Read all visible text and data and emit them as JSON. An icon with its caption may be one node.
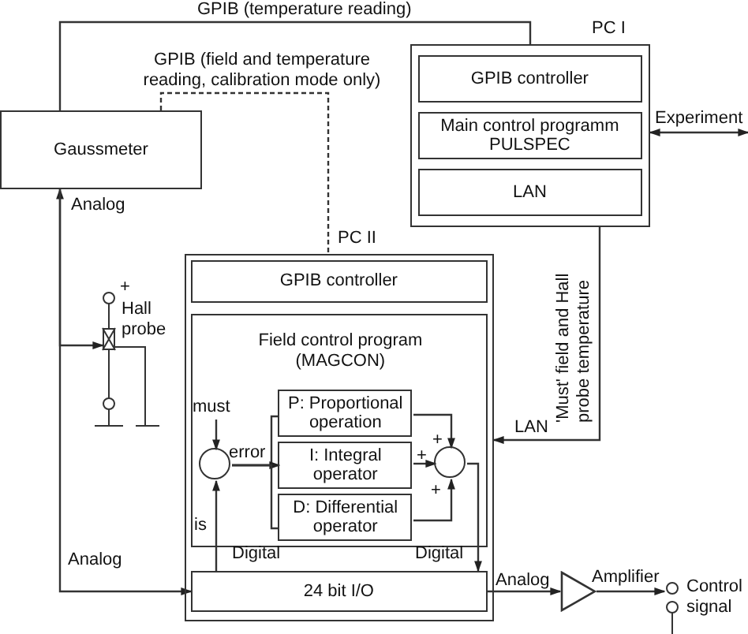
{
  "diagram": {
    "nodes": [
      {
        "text": [
          "PC I"
        ]
      },
      {
        "text": [
          "GPIB controller"
        ],
        "in": 0
      },
      {
        "text": [
          "Main control programm PULSPEC"
        ],
        "in": 0
      },
      {
        "text": [
          "LAN"
        ],
        "in": 0
      },
      {
        "text": [
          "Gaussmeter"
        ]
      },
      {
        "text": [
          "Hall probe"
        ]
      },
      {
        "text": [
          "PC II"
        ]
      },
      {
        "text": [
          "GPIB controller"
        ],
        "in": 6
      },
      {
        "text": [
          "Field control program (MAGCON)"
        ],
        "in": 6
      },
      {
        "text": [
          "P: Proportional operation"
        ],
        "in": 8
      },
      {
        "text": [
          "I: Integral operator"
        ],
        "in": 8
      },
      {
        "text": [
          "D: Differential operator"
        ],
        "in": 8
      },
      {
        "text": [],
        "shape": "circle",
        "in": 8
      },
      {
        "text": [],
        "shape": "circle",
        "in": 8
      },
      {
        "text": [
          "24 bit I/O"
        ],
        "in": 6
      },
      {
        "text": [
          "Amplifier"
        ]
      },
      {
        "text": [
          "Control signal"
        ]
      }
    ],
    "edges": [
      {
        "from": 4,
        "to": 0,
        "arrow": "none",
        "label": "GPIB (temperature reading)"
      },
      {
        "from": 4,
        "to": 6,
        "arrow": "none",
        "style": "dashed",
        "label": "GPIB (field and temperature reading, calibration mode only)"
      },
      {
        "from": 0,
        "to": null,
        "arrow": "both",
        "label": "Experiment"
      },
      {
        "from": 0,
        "to": 6,
        "arrow": "to",
        "label": "LAN"
      },
      {
        "from": 5,
        "to": 4,
        "arrow": "both",
        "label": "Analog"
      },
      {
        "from": 4,
        "to": 14,
        "arrow": "to",
        "label": "Analog"
      },
      {
        "from": null,
        "to": 12,
        "arrow": "to",
        "label": "must"
      },
      {
        "from": 12,
        "to": 9,
        "arrow": "none"
      },
      {
        "from": 12,
        "to": 10,
        "arrow": "to",
        "label": "error"
      },
      {
        "from": 12,
        "to": 11,
        "arrow": "none"
      },
      {
        "from": 9,
        "to": 13,
        "arrow": "to"
      },
      {
        "from": 10,
        "to": 13,
        "arrow": "to"
      },
      {
        "from": 11,
        "to": 13,
        "arrow": "to"
      },
      {
        "from": 13,
        "to": 14,
        "arrow": "to",
        "label": "Digital"
      },
      {
        "from": 14,
        "to": 12,
        "arrow": "to",
        "label": "is"
      },
      {
        "from": 14,
        "to": 15,
        "arrow": "to",
        "label": "Analog"
      },
      {
        "from": 15,
        "to": 16,
        "arrow": "to"
      }
    ],
    "labels": [
      "'Must' field and Hall probe temperature",
      "+",
      "+",
      "+",
      "+",
      "Digital"
    ]
  }
}
